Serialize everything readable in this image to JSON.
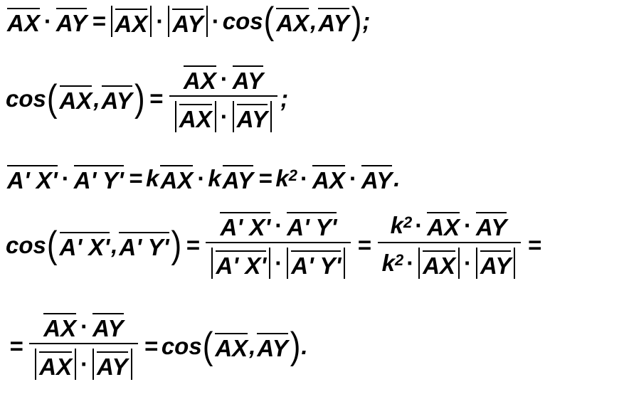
{
  "symbols": {
    "AX": "AX",
    "AY": "AY",
    "ApXp": "A' X'",
    "ApYp": "A' Y'",
    "cos": "cos",
    "k": "k",
    "two": "2",
    "eq": "=",
    "dot": "·",
    "comma": ",",
    "semicolon": ";",
    "period": ".",
    "lparen": "(",
    "rparen": ")"
  }
}
